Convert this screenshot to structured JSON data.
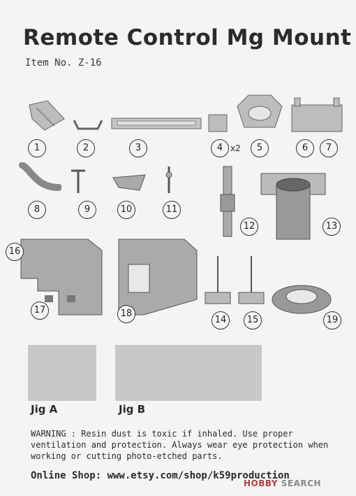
{
  "header": {
    "title": "Remote Control Mg Mount",
    "item_no": "Item No. Z-16"
  },
  "parts": {
    "n1": "1",
    "n2": "2",
    "n3": "3",
    "n4": "4",
    "n4_qty": "x2",
    "n5": "5",
    "n6": "6",
    "n7": "7",
    "n8": "8",
    "n9": "9",
    "n10": "10",
    "n11": "11",
    "n12": "12",
    "n13": "13",
    "n14": "14",
    "n15": "15",
    "n16": "16",
    "n17": "17",
    "n18": "18",
    "n19": "19"
  },
  "jigs": {
    "a": "Jig A",
    "b": "Jig B"
  },
  "footer": {
    "warning": "WARNING  :  Resin dust is toxic if inhaled. Use proper ventilation and protection. Always wear eye protection when working or cutting photo-etched parts.",
    "shop": "Online Shop: www.etsy.com/shop/k59production"
  },
  "watermark": {
    "brand": "HOBBY",
    "suffix": "SEARCH"
  }
}
